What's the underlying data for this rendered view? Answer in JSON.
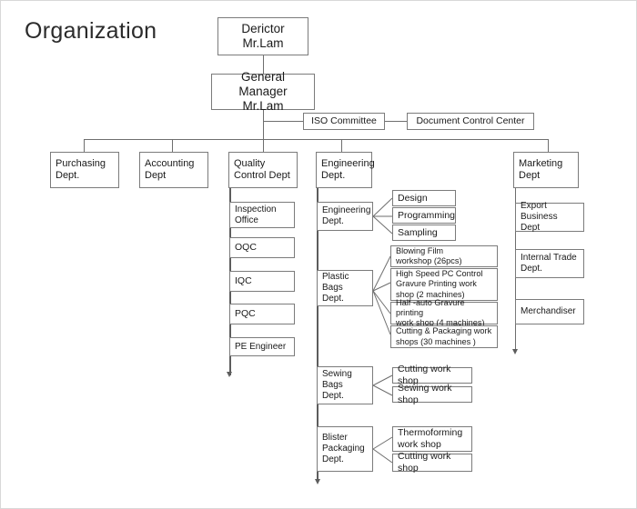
{
  "page": {
    "title": "Organization",
    "frame_color": "#d8d8d8",
    "box_border_color": "#7b7b7b",
    "line_color": "#6e6e6e",
    "background": "#ffffff"
  },
  "chart_data": {
    "type": "diagram",
    "diagram_type": "organization-chart",
    "title": "Organization",
    "nodes": {
      "director": {
        "label": "Derictor\nMr.Lam"
      },
      "general_manager": {
        "label": "General Manager\nMr.Lam"
      },
      "iso_committee": {
        "label": "ISO Committee"
      },
      "document_control_center": {
        "label": "Document Control Center"
      },
      "purchasing": {
        "label": "Purchasing\nDept."
      },
      "accounting": {
        "label": "Accounting\nDept"
      },
      "quality_control": {
        "label": "Quality\nControl Dept"
      },
      "engineering": {
        "label": "Engineering\nDept."
      },
      "marketing": {
        "label": "Marketing\nDept"
      }
    },
    "quality_control_children": [
      {
        "label": "Inspection\nOffice"
      },
      {
        "label": "OQC"
      },
      {
        "label": "IQC"
      },
      {
        "label": "PQC"
      },
      {
        "label": "PE Engineer"
      }
    ],
    "engineering_children": [
      {
        "label": "Engineering\nDept.",
        "children": [
          {
            "label": "Design"
          },
          {
            "label": "Programming"
          },
          {
            "label": "Sampling"
          }
        ]
      },
      {
        "label": "Plastic Bags\nDept.",
        "children": [
          {
            "label": "Blowing Film\nworkshop (26pcs)"
          },
          {
            "label": "High Speed PC Control\nGravure Printing work\nshop (2 machines)"
          },
          {
            "label": "Half -auto Gravure printing\nwork shop (4 machines)"
          },
          {
            "label": "Cutting & Packaging work\nshops (30 machines )"
          }
        ]
      },
      {
        "label": "Sewing Bags\nDept.",
        "children": [
          {
            "label": "Cutting work shop"
          },
          {
            "label": "Sewing work shop"
          }
        ]
      },
      {
        "label": "Blister\nPackaging\nDept.",
        "children": [
          {
            "label": "Thermoforming\nwork shop"
          },
          {
            "label": "Cutting work shop"
          }
        ]
      }
    ],
    "marketing_children": [
      {
        "label": "Export\nBusiness Dept"
      },
      {
        "label": "Internal Trade\nDept."
      },
      {
        "label": "Merchandiser"
      }
    ]
  }
}
